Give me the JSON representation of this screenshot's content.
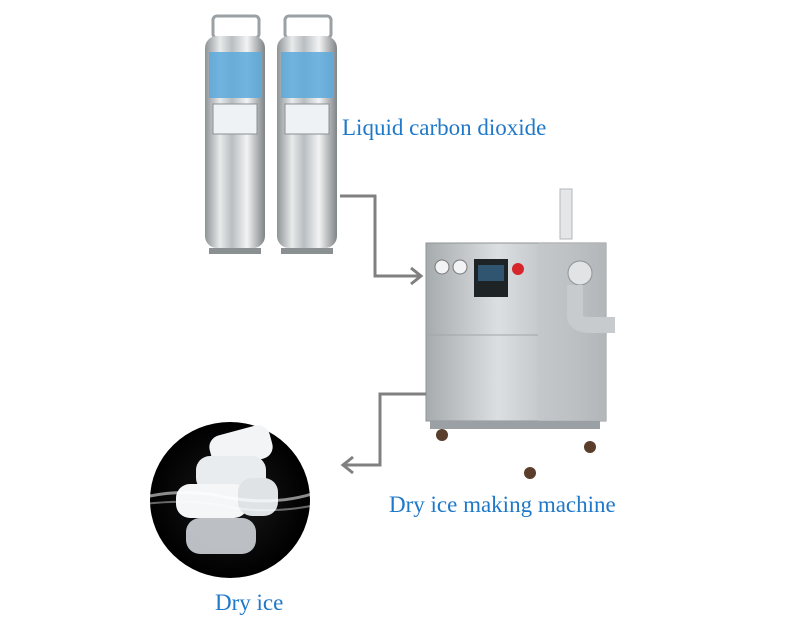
{
  "labels": {
    "co2": "Liquid carbon dioxide",
    "machine": "Dry ice making machine",
    "dry_ice": "Dry ice"
  },
  "colors": {
    "label_text": "#1f78c8",
    "arrow": "#808080",
    "steel": "#c9ccce",
    "cylinder_label": "#4fa3d8",
    "background": "#ffffff"
  }
}
